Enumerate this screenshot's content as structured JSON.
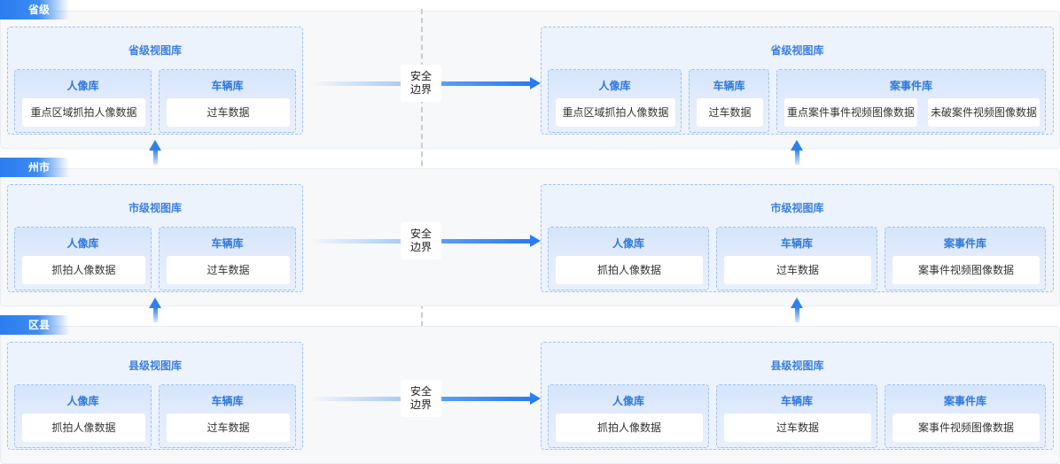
{
  "tiers": [
    {
      "tag": "省级",
      "boundary": "安全\n边界",
      "left": {
        "title": "省级视图库",
        "libs": [
          {
            "title": "人像库",
            "cells": [
              "重点区域抓拍人像数据"
            ]
          },
          {
            "title": "车辆库",
            "cells": [
              "过车数据"
            ]
          }
        ]
      },
      "right": {
        "title": "省级视图库",
        "libs": [
          {
            "title": "人像库",
            "cells": [
              "重点区域抓拍人像数据"
            ]
          },
          {
            "title": "车辆库",
            "cells": [
              "过车数据"
            ]
          },
          {
            "title": "案事件库",
            "cells": [
              "重点案件事件视频图像数据",
              "未破案件视频图像数据"
            ]
          }
        ]
      }
    },
    {
      "tag": "州市",
      "boundary": "安全\n边界",
      "left": {
        "title": "市级视图库",
        "libs": [
          {
            "title": "人像库",
            "cells": [
              "抓拍人像数据"
            ]
          },
          {
            "title": "车辆库",
            "cells": [
              "过车数据"
            ]
          }
        ]
      },
      "right": {
        "title": "市级视图库",
        "libs": [
          {
            "title": "人像库",
            "cells": [
              "抓拍人像数据"
            ]
          },
          {
            "title": "车辆库",
            "cells": [
              "过车数据"
            ]
          },
          {
            "title": "案事件库",
            "cells": [
              "案事件视频图像数据"
            ]
          }
        ]
      }
    },
    {
      "tag": "区县",
      "boundary": "安全\n边界",
      "left": {
        "title": "县级视图库",
        "libs": [
          {
            "title": "人像库",
            "cells": [
              "抓拍人像数据"
            ]
          },
          {
            "title": "车辆库",
            "cells": [
              "过车数据"
            ]
          }
        ]
      },
      "right": {
        "title": "县级视图库",
        "libs": [
          {
            "title": "人像库",
            "cells": [
              "抓拍人像数据"
            ]
          },
          {
            "title": "车辆库",
            "cells": [
              "过车数据"
            ]
          },
          {
            "title": "案事件库",
            "cells": [
              "案事件视频图像数据"
            ]
          }
        ]
      }
    }
  ],
  "colors": {
    "accent": "#2a7cef",
    "title_text": "#3b7fe0",
    "panel_bg": "#edf3fd",
    "panel_border": "#9dc1f6",
    "band_bg": "#f7f8fa"
  }
}
